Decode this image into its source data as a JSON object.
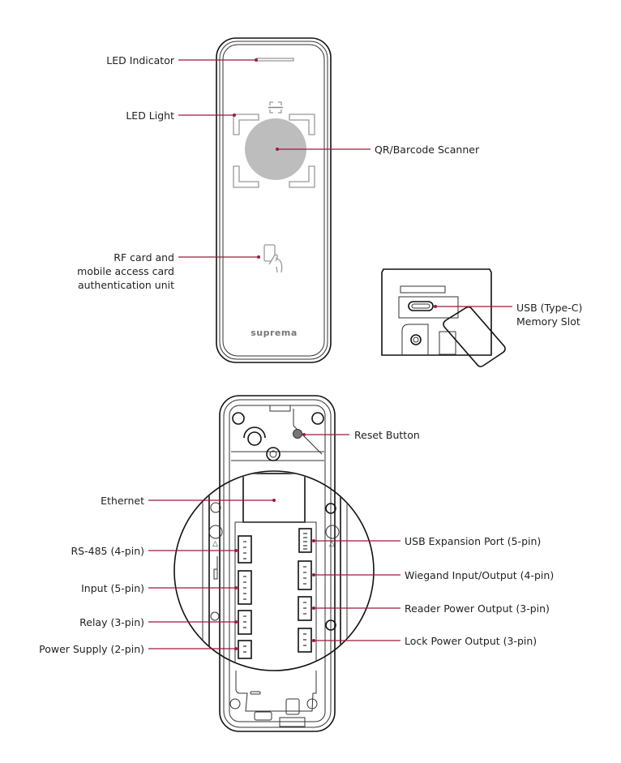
{
  "colors": {
    "leader": "#9b1b3a",
    "outline": "#111111",
    "scanner_fill": "#bdbdbd",
    "reset_button_fill": "#777777"
  },
  "brand_logo_text": "suprema",
  "front_view": {
    "callouts": [
      {
        "id": "led-indicator",
        "lines": [
          "LED Indicator"
        ]
      },
      {
        "id": "led-light",
        "lines": [
          "LED Light"
        ]
      },
      {
        "id": "qr-barcode-scanner",
        "lines": [
          "QR/Barcode Scanner"
        ]
      },
      {
        "id": "rf-card-unit",
        "lines": [
          "RF card and",
          "mobile access card",
          "authentication unit"
        ]
      }
    ]
  },
  "bottom_view": {
    "callouts": [
      {
        "id": "usb-memory-slot",
        "lines": [
          "USB (Type-C)",
          "Memory Slot"
        ]
      }
    ]
  },
  "rear_view": {
    "callouts": [
      {
        "id": "reset-button",
        "lines": [
          "Reset Button"
        ]
      },
      {
        "id": "ethernet",
        "lines": [
          "Ethernet"
        ]
      },
      {
        "id": "rs485",
        "lines": [
          "RS-485 (4-pin)"
        ]
      },
      {
        "id": "input",
        "lines": [
          "Input (5-pin)"
        ]
      },
      {
        "id": "relay",
        "lines": [
          "Relay (3-pin)"
        ]
      },
      {
        "id": "power-supply",
        "lines": [
          "Power Supply (2-pin)"
        ]
      },
      {
        "id": "usb-expansion",
        "lines": [
          "USB Expansion Port (5-pin)"
        ]
      },
      {
        "id": "wiegand",
        "lines": [
          "Wiegand Input/Output (4-pin)"
        ]
      },
      {
        "id": "reader-power",
        "lines": [
          "Reader Power Output (3-pin)"
        ]
      },
      {
        "id": "lock-power",
        "lines": [
          "Lock Power Output (3-pin)"
        ]
      }
    ]
  }
}
